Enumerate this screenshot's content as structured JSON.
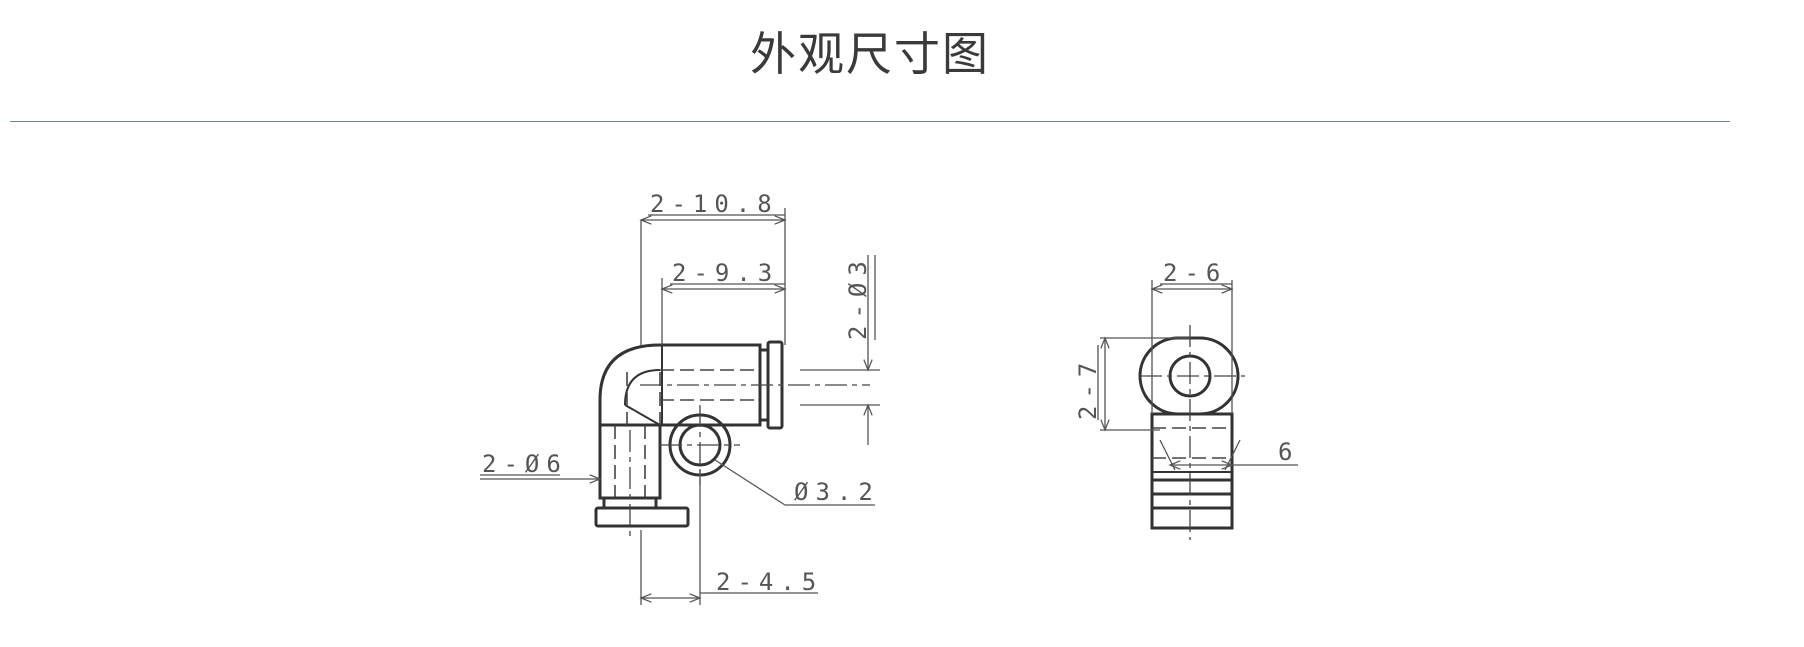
{
  "header": {
    "title": "外观尺寸图"
  },
  "drawing": {
    "dimensions": {
      "elbow_width_outer": "2-10.8",
      "elbow_width_inner": "2-9.3",
      "tube_diameter": "2-Ø3",
      "body_diameter": "2-Ø6",
      "mount_hole": "Ø3.2",
      "hole_offset": "2-4.5",
      "side_width": "2-6",
      "side_height": "2-7",
      "side_thickness": "6"
    }
  }
}
